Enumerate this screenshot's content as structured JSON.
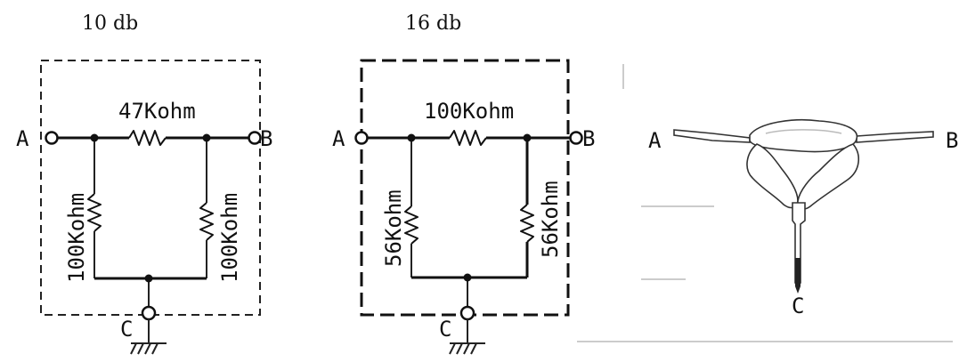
{
  "circuit_10db": {
    "title": "10 db",
    "series_resistor": "47Kohm",
    "shunt_left": "100Kohm",
    "shunt_right": "100Kohm",
    "terminal_a": "A",
    "terminal_b": "B",
    "terminal_c": "C"
  },
  "circuit_16db": {
    "title": "16 db",
    "series_resistor": "100Kohm",
    "shunt_left": "56Kohm",
    "shunt_right": "56Kohm",
    "terminal_a": "A",
    "terminal_b": "B",
    "terminal_c": "C"
  },
  "assembly": {
    "terminal_a": "A",
    "terminal_b": "B",
    "terminal_c": "C"
  }
}
